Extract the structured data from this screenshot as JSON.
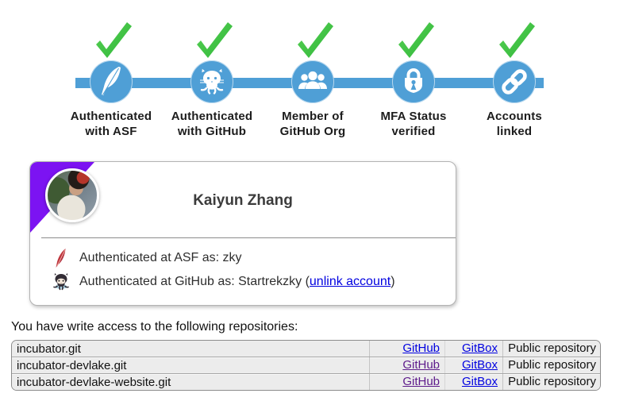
{
  "colors": {
    "accent_blue": "#4f9fd6",
    "check_green": "#3fc53f",
    "corner_purple": "#7c13f2",
    "link_blue": "#0000e0",
    "link_visited_purple": "#5d1a8b"
  },
  "steps": [
    {
      "icon": "asf-feather-icon",
      "status_icon": "green-check-icon",
      "label_line1": "Authenticated",
      "label_line2": "with ASF"
    },
    {
      "icon": "github-octocat-icon",
      "status_icon": "green-check-icon",
      "label_line1": "Authenticated",
      "label_line2": "with GitHub"
    },
    {
      "icon": "people-group-icon",
      "status_icon": "green-check-icon",
      "label_line1": "Member of",
      "label_line2": "GitHub Org"
    },
    {
      "icon": "mfa-lock-icon",
      "status_icon": "green-check-icon",
      "label_line1": "MFA Status",
      "label_line2": "verified"
    },
    {
      "icon": "chain-link-icon",
      "status_icon": "green-check-icon",
      "label_line1": "Accounts",
      "label_line2": "linked"
    }
  ],
  "card": {
    "name": "Kaiyun Zhang",
    "asf_line": {
      "icon": "apache-feather-icon",
      "text": "Authenticated at ASF as: zky"
    },
    "github_line": {
      "icon": "octocat-icon",
      "text_before_link": "Authenticated at GitHub as: Startrekzky (",
      "link_label": "unlink account",
      "text_after_link": ")"
    }
  },
  "repos": {
    "title": "You have write access to the following repositories:",
    "rows": [
      {
        "name": "incubator.git",
        "github_label": "GitHub",
        "gitbox_label": "GitBox",
        "visibility": "Public repository",
        "github_visited": false,
        "gitbox_visited": false
      },
      {
        "name": "incubator-devlake.git",
        "github_label": "GitHub",
        "gitbox_label": "GitBox",
        "visibility": "Public repository",
        "github_visited": true,
        "gitbox_visited": false
      },
      {
        "name": "incubator-devlake-website.git",
        "github_label": "GitHub",
        "gitbox_label": "GitBox",
        "visibility": "Public repository",
        "github_visited": true,
        "gitbox_visited": false
      }
    ]
  }
}
